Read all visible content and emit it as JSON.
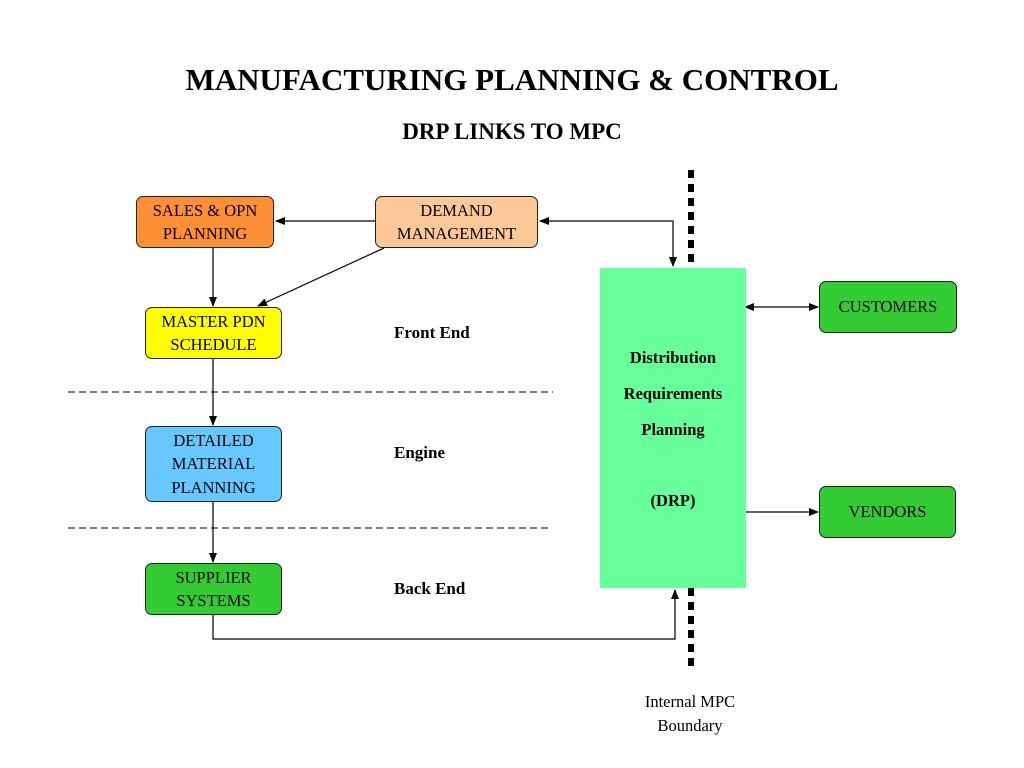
{
  "title": "MANUFACTURING PLANNING & CONTROL",
  "subtitle": "DRP LINKS TO MPC",
  "boxes": {
    "sales": [
      "SALES & OPN",
      "PLANNING"
    ],
    "demand": [
      "DEMAND",
      "MANAGEMENT"
    ],
    "master": [
      "MASTER PDN",
      "SCHEDULE"
    ],
    "detail": [
      "DETAILED",
      "MATERIAL",
      "PLANNING"
    ],
    "supplier": [
      "SUPPLIER",
      "SYSTEMS"
    ],
    "customers": [
      "CUSTOMERS"
    ],
    "vendors": [
      "VENDORS"
    ]
  },
  "drp": {
    "line1": "Distribution",
    "line2": "Requirements",
    "line3": "Planning",
    "abbr": "(DRP)"
  },
  "sections": {
    "front_end": "Front End",
    "engine": "Engine",
    "back_end": "Back End"
  },
  "boundary": {
    "line1": "Internal MPC",
    "line2": "Boundary"
  },
  "colors": {
    "sales": "#fd8f35",
    "demand": "#fdc898",
    "master": "#ffff00",
    "detail": "#66c8ff",
    "supplier": "#33cc33",
    "customers": "#33cc33",
    "vendors": "#33cc33",
    "drp": "#66ff99"
  }
}
